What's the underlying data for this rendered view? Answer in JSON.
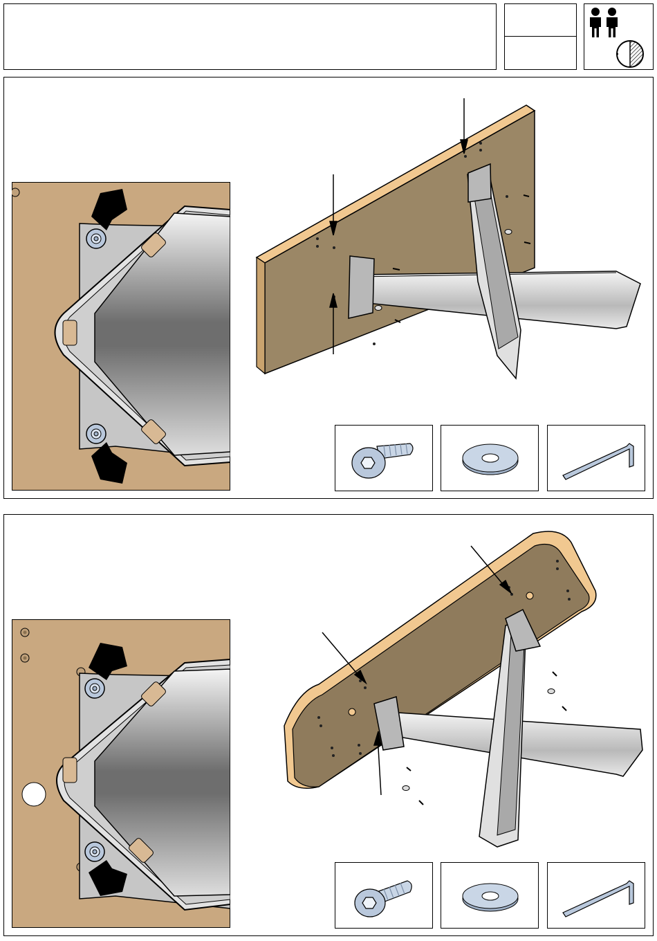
{
  "header": {
    "title": "",
    "step_number": "",
    "step_total": "",
    "persons_icon": "two-persons-icon",
    "time_icon": "clock-half-icon"
  },
  "steps": [
    {
      "id": "step-1",
      "scene": "rectangular-tabletop-with-cross-base",
      "hardware": [
        "hex-button-screw-icon",
        "flat-washer-icon",
        "allen-key-icon"
      ]
    },
    {
      "id": "step-2",
      "scene": "oval-tabletop-with-cross-base",
      "hardware": [
        "hex-button-screw-icon",
        "flat-washer-icon",
        "allen-key-icon"
      ]
    }
  ],
  "colors": {
    "wood_top": "#f1c890",
    "wood_underside": "#9b8766",
    "detail_wood": "#c9a880",
    "steel_light": "#dcdcdc",
    "steel_dark": "#6e6e6e",
    "hardware_blue": "#b9c8dc"
  }
}
